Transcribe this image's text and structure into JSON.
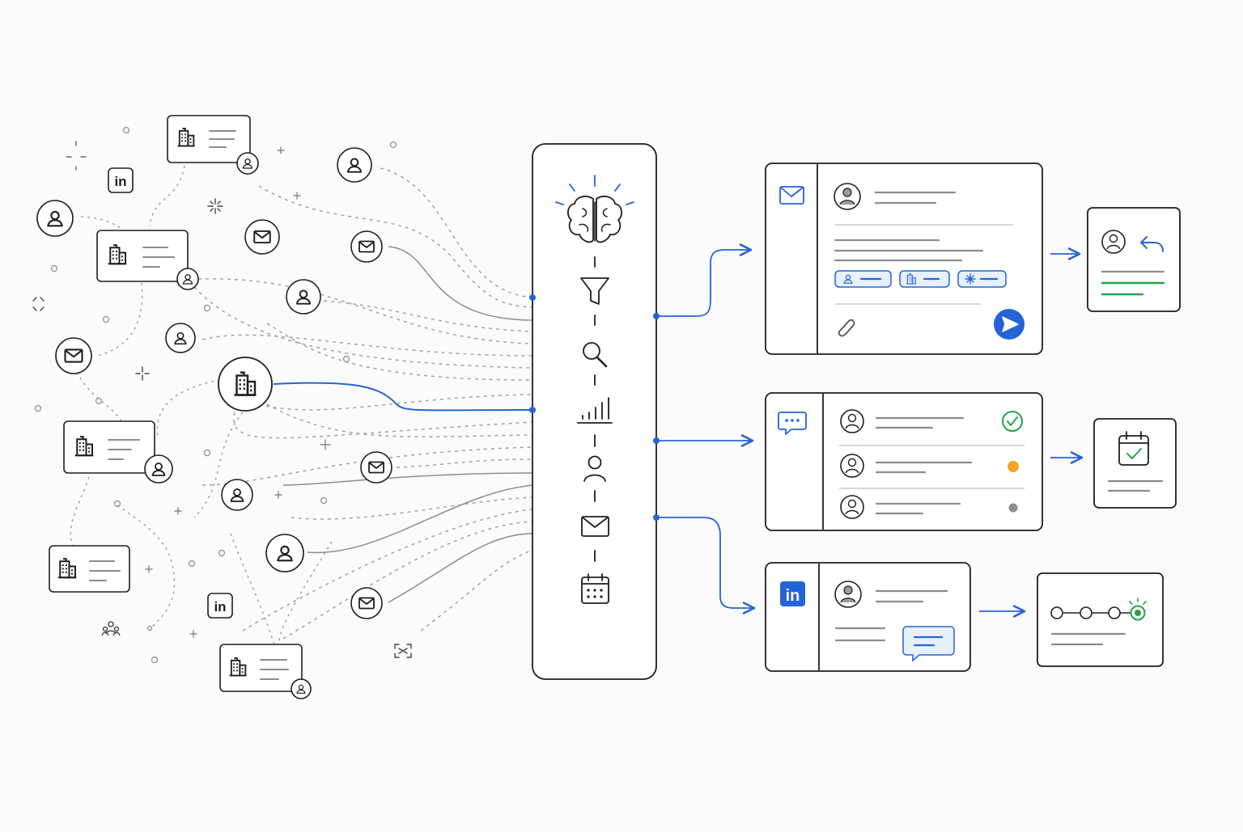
{
  "colors": {
    "ink": "#1e1e1e",
    "accent": "#2563d8",
    "success": "#22a447",
    "warning": "#f5a524",
    "muted": "#8c8c8c",
    "line": "#a8a8a8",
    "paper": "#ffffff",
    "background": "#fbfbfb"
  },
  "sources": {
    "description_free": true,
    "node_types": [
      "company-card",
      "person-icon",
      "envelope-icon",
      "linkedin-icon",
      "building-icon"
    ],
    "highlighted_source": "building-icon"
  },
  "pipeline": {
    "stages": [
      {
        "icon": "brain-icon"
      },
      {
        "icon": "filter-icon"
      },
      {
        "icon": "magnifier-icon"
      },
      {
        "icon": "bar-chart-icon"
      },
      {
        "icon": "person-icon"
      },
      {
        "icon": "envelope-icon"
      },
      {
        "icon": "calendar-icon"
      }
    ]
  },
  "outputs": [
    {
      "channel_icon": "envelope-icon",
      "panel": "email-composer",
      "chips": [
        "person-icon",
        "building-icon",
        "sparkle-icon"
      ],
      "actions": [
        "paperclip-icon",
        "send-icon"
      ],
      "result_icon": "reply-icon",
      "result_accent": "#22a447"
    },
    {
      "channel_icon": "chat-bubble-icon",
      "panel": "contact-list",
      "rows": [
        {
          "status": "done",
          "status_icon": "check-circle-icon"
        },
        {
          "status": "pending",
          "status_icon": "orange-dot"
        },
        {
          "status": "idle",
          "status_icon": "gray-dot"
        }
      ],
      "result_icon": "calendar-check-icon"
    },
    {
      "channel_icon": "linkedin-icon",
      "channel_label": "in",
      "panel": "linkedin-message",
      "result_icon": "progress-steps-icon",
      "progress": {
        "steps": 4,
        "active_step": 4
      }
    }
  ],
  "linkedin_label": "in"
}
